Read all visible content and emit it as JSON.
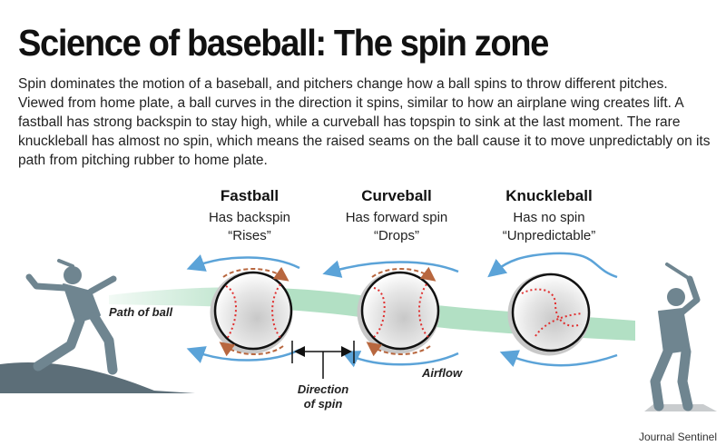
{
  "title": "Science of baseball: The spin zone",
  "intro": "Spin dominates the motion of a baseball, and pitchers change how a ball spins to throw different pitches. Viewed from home plate, a ball curves in the direction it spins, similar to how an airplane wing creates lift. A fastball has strong backspin to stay high, while a curveball has topspin to sink at the last moment. The rare knuckleball has almost no spin, which means the raised seams on the ball cause it to move unpredictably on its path from pitching rubber to home plate.",
  "pitches": [
    {
      "name": "Fastball",
      "spin": "Has backspin",
      "effect": "“Rises”"
    },
    {
      "name": "Curveball",
      "spin": "Has forward spin",
      "effect": "“Drops”"
    },
    {
      "name": "Knuckleball",
      "spin": "Has no spin",
      "effect": "“Unpredictable”"
    }
  ],
  "labels": {
    "path": "Path of ball",
    "direction_line1": "Direction",
    "direction_line2": "of spin",
    "airflow": "Airflow"
  },
  "credit": "Journal Sentinel",
  "colors": {
    "path": "#a9dcbd",
    "airflow": "#5ba3d8",
    "seam": "#e03030",
    "spin_arrow": "#b8673f",
    "figure": "#6f8590",
    "mound": "#5c6e78"
  },
  "icons": [
    "pitcher-silhouette",
    "batter-silhouette",
    "baseball-icon",
    "airflow-arrow-icon",
    "spin-arrow-icon"
  ]
}
